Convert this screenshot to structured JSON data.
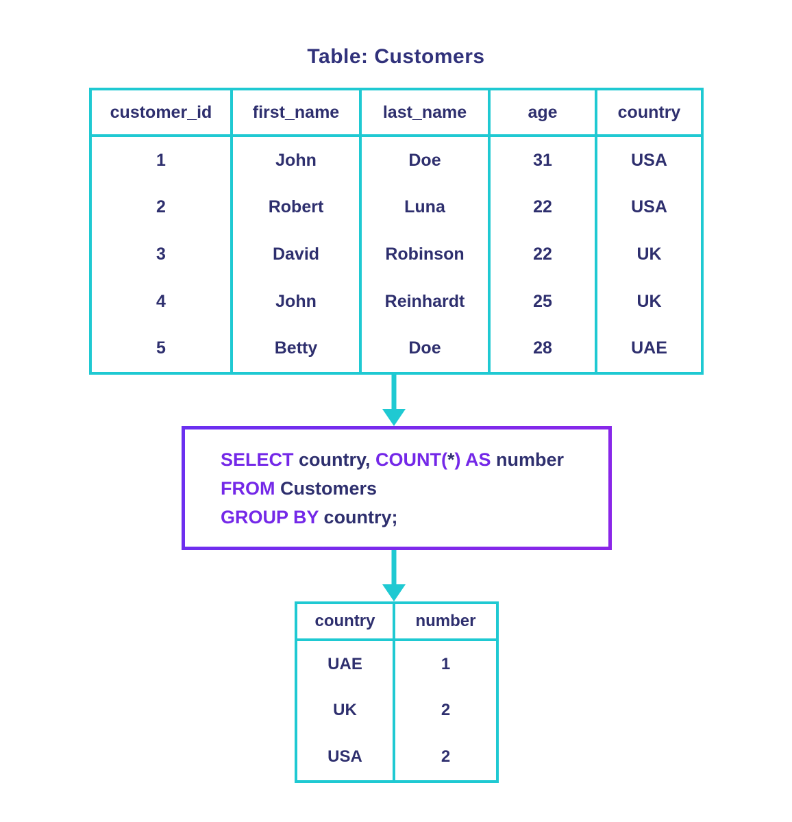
{
  "title": "Table: Customers",
  "colors": {
    "table_border": "#1fc9d2",
    "query_border_start": "#6a2ff0",
    "query_border_end": "#8b26e8",
    "keyword_purple": "#7428e8",
    "text_navy": "#2e2f6e"
  },
  "customers_table": {
    "columns": [
      "customer_id",
      "first_name",
      "last_name",
      "age",
      "country"
    ],
    "rows": [
      [
        "1",
        "John",
        "Doe",
        "31",
        "USA"
      ],
      [
        "2",
        "Robert",
        "Luna",
        "22",
        "USA"
      ],
      [
        "3",
        "David",
        "Robinson",
        "22",
        "UK"
      ],
      [
        "4",
        "John",
        "Reinhardt",
        "25",
        "UK"
      ],
      [
        "5",
        "Betty",
        "Doe",
        "28",
        "UAE"
      ]
    ]
  },
  "query": {
    "line1": [
      {
        "t": "SELECT "
      },
      {
        "t": "country, "
      },
      {
        "t": "COUNT("
      },
      {
        "t": "*"
      },
      {
        "t": ") AS "
      },
      {
        "t": "number"
      }
    ],
    "line2": [
      {
        "t": "FROM "
      },
      {
        "t": "Customers"
      }
    ],
    "line3": [
      {
        "t": "GROUP BY "
      },
      {
        "t": "country;"
      }
    ]
  },
  "result_table": {
    "columns": [
      "country",
      "number"
    ],
    "rows": [
      [
        "UAE",
        "1"
      ],
      [
        "UK",
        "2"
      ],
      [
        "USA",
        "2"
      ]
    ]
  }
}
